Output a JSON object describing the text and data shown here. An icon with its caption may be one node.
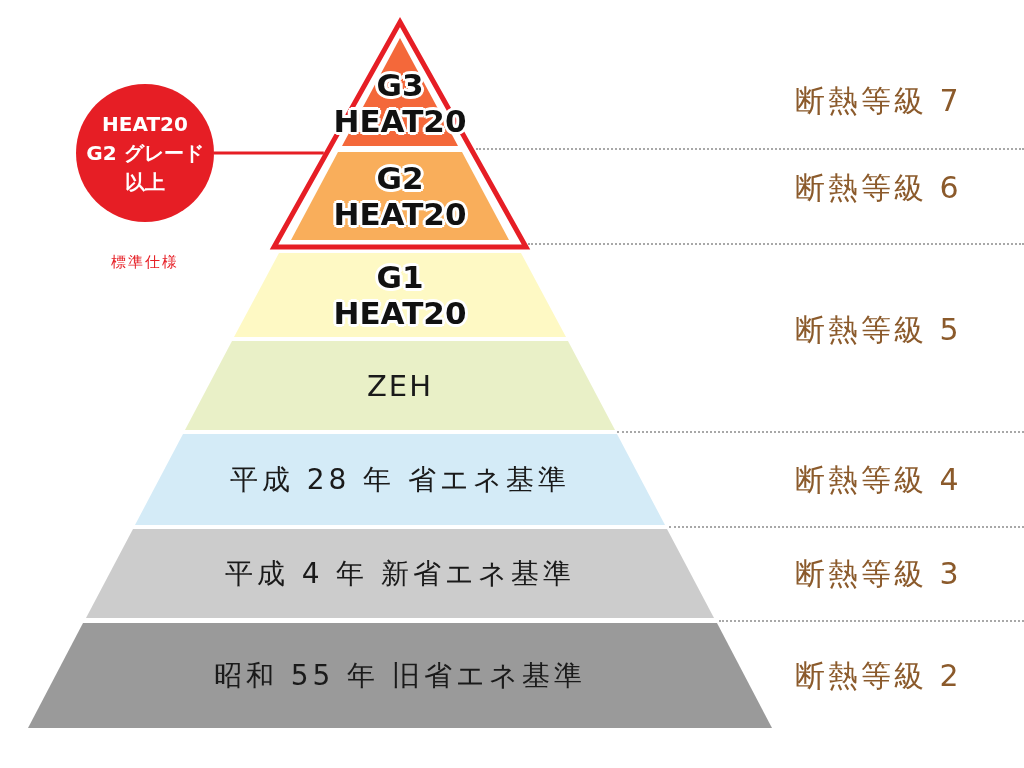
{
  "diagram": {
    "nodes": [
      {
        "text": [
          "HEAT20 G2 グレード以上"
        ],
        "beside": [
          "標準仕様"
        ]
      },
      {
        "text": [],
        "shape": "triangle"
      },
      {
        "text": [
          "G3 HEAT20"
        ],
        "in": 1
      },
      {
        "text": [
          "G2 HEAT20"
        ],
        "in": 1
      },
      {
        "text": [
          "G1 HEAT20"
        ]
      },
      {
        "text": [
          "ZEH"
        ]
      },
      {
        "text": [
          "平成 28 年 省エネ基準"
        ]
      },
      {
        "text": [
          "平成 4 年 新省エネ基準"
        ]
      },
      {
        "text": [
          "昭和 55 年 旧省エネ基準"
        ]
      }
    ],
    "edges": [
      {
        "from": 0,
        "to": 1,
        "arrow": "none"
      }
    ],
    "labels": [
      "断熱等級 7",
      "断熱等級 6",
      "断熱等級 5",
      "断熱等級 4",
      "断熱等級 3",
      "断熱等級 2"
    ]
  }
}
